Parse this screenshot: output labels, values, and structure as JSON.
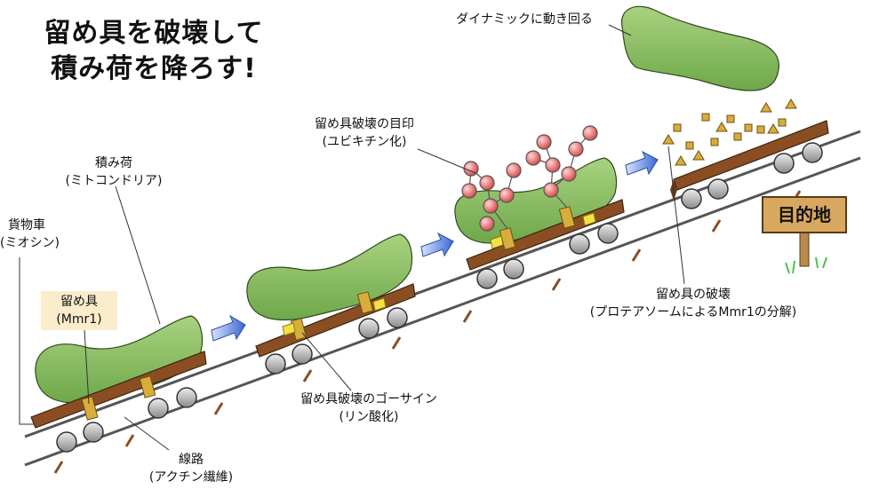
{
  "title": {
    "line1": "留め具を破壊して",
    "line2": "積み荷を降ろす!"
  },
  "labels": {
    "wagon": {
      "line1": "貨物車",
      "line2": "(ミオシン)"
    },
    "cargo": {
      "line1": "積み荷",
      "line2": "(ミトコンドリア)"
    },
    "clamp": {
      "line1": "留め具",
      "line2": "(Mmr1)"
    },
    "track": {
      "line1": "線路",
      "line2": "(アクチン繊維)"
    },
    "go_signal": {
      "line1": "留め具破壊のゴーサイン",
      "line2": "(リン酸化)"
    },
    "destroy_mark": {
      "line1": "留め具破壊の目印",
      "line2": "(ユビキチン化)"
    },
    "clamp_destroyed": {
      "line1": "留め具の破壊",
      "line2": "(プロテアソームによるMmr1の分解)"
    },
    "dynamic": "ダイナミックに動き回る"
  },
  "sign": {
    "text": "目的地"
  },
  "colors": {
    "cargo_green": "#8fc46a",
    "wagon_brown": "#8a4e22",
    "clamp_gold": "#d9ad3c",
    "phospho_yellow": "#f3e146",
    "ubiquitin_red": "#ef7f7f",
    "arrow_blue": "#3f6fd6",
    "clamp_label_bg": "#fbeccb"
  }
}
